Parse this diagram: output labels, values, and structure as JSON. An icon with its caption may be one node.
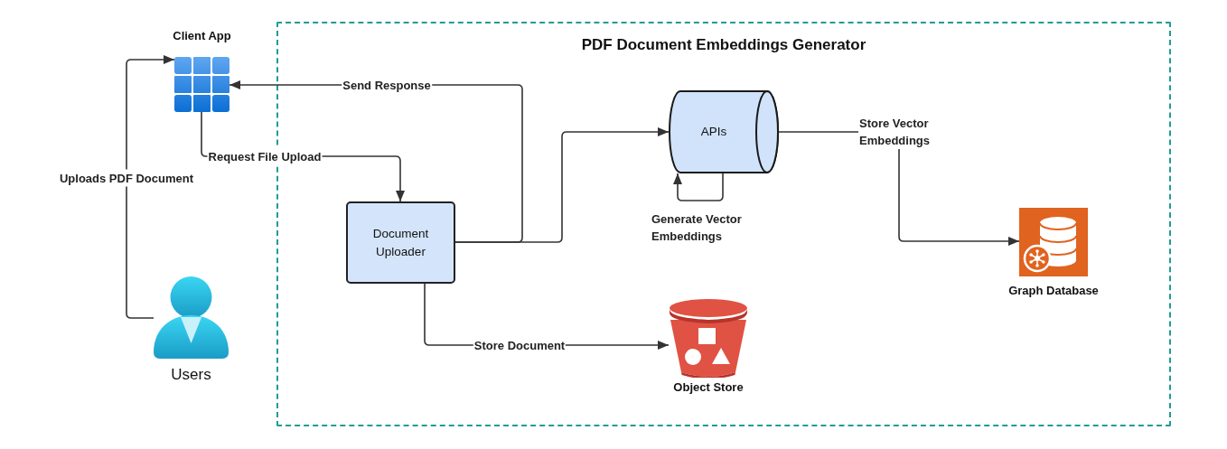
{
  "diagram": {
    "nodes": [
      {
        "text": [
          "PDF Document Embeddings Generator"
        ]
      },
      {
        "text": [
          "Client App"
        ]
      },
      {
        "text": [
          "Users"
        ]
      },
      {
        "text": [
          "Document Uploader"
        ],
        "in": 0
      },
      {
        "text": [
          "APIs"
        ],
        "in": 0
      },
      {
        "text": [
          "Object Store"
        ],
        "in": 0
      },
      {
        "text": [
          "Graph Database"
        ],
        "in": 0
      }
    ],
    "edges": [
      {
        "from": 2,
        "to": 1,
        "arrow": "to",
        "label": "Uploads PDF Document"
      },
      {
        "from": 1,
        "to": 3,
        "arrow": "to",
        "label": "Request File Upload"
      },
      {
        "from": 3,
        "to": 1,
        "arrow": "to",
        "label": "Send Response"
      },
      {
        "from": 3,
        "to": 4,
        "arrow": "to"
      },
      {
        "from": 4,
        "to": 4,
        "arrow": "to",
        "label": "Generate Vector Embeddings"
      },
      {
        "from": 4,
        "to": 6,
        "arrow": "to",
        "label": "Store Vector Embeddings"
      },
      {
        "from": 3,
        "to": 5,
        "arrow": "to",
        "label": "Store Document"
      }
    ]
  }
}
